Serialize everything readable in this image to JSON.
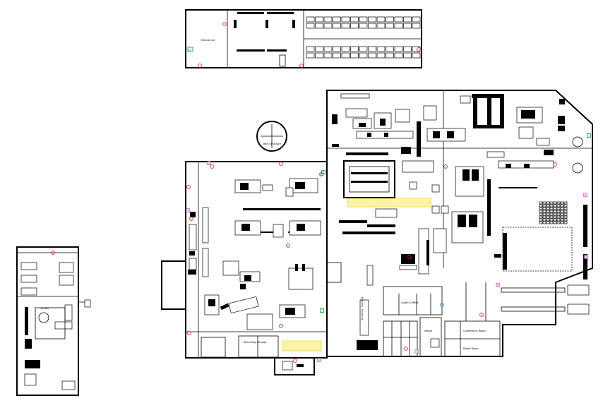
{
  "labels": {
    "ext_room": "Mezzanine",
    "cooling_tower": "Tank Structure",
    "storage_room": "Receiving Storage",
    "shipping": "Shipping / Loading",
    "office_a": "Quality Office",
    "office_b": "Offices",
    "office_c": "Conference Room",
    "office_d": "Break Room",
    "side_annex": "Annex",
    "fire_tag": "FA"
  },
  "colors": {
    "wall": "#000000",
    "marker_red": "#e21b1b",
    "marker_cyan": "#1a8be0",
    "marker_green": "#1aa33a",
    "highlight_yellow": "#fff3a6",
    "highlight_pink": "#f2c6f2"
  }
}
